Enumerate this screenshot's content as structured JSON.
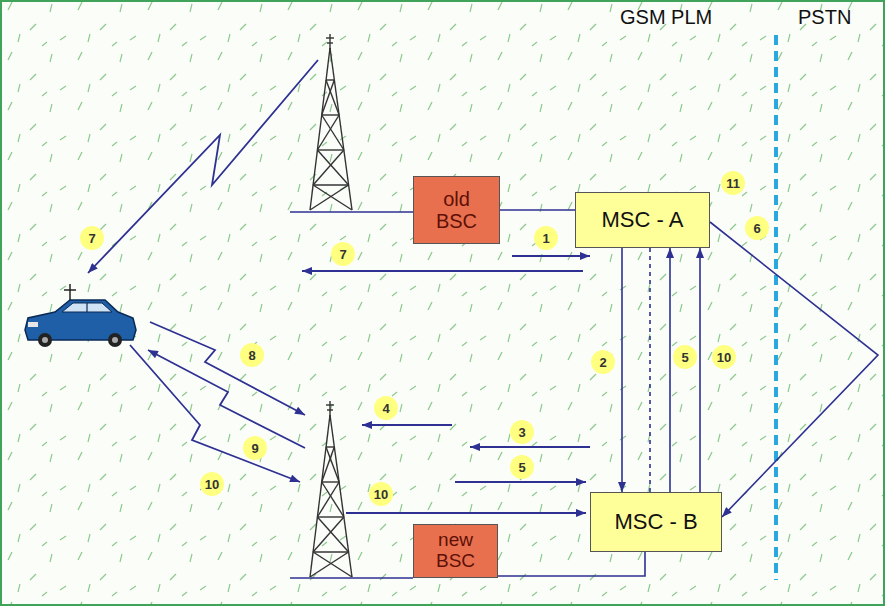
{
  "diagram": {
    "nodes": [
      {
        "text": [
          "old BSC"
        ]
      },
      {
        "text": [
          "MSC - A"
        ]
      },
      {
        "text": [
          "MSC - B"
        ]
      },
      {
        "text": [
          "new BSC"
        ]
      }
    ],
    "edges": [
      {
        "from": 0,
        "to": 1,
        "arrow": "none"
      },
      {
        "from": 1,
        "to": 2,
        "arrow": "none"
      },
      {
        "from": 1,
        "to": 2,
        "arrow": "to"
      },
      {
        "from": 2,
        "to": 1,
        "arrow": "to"
      },
      {
        "from": 2,
        "to": 1,
        "arrow": "to"
      },
      {
        "from": 1,
        "to": 2,
        "arrow": "to"
      },
      {
        "from": 3,
        "to": 2,
        "arrow": "none"
      }
    ],
    "labels": [
      "GSM PLM",
      "PSTN",
      "11",
      "6",
      "1",
      "7",
      "7",
      "2",
      "5",
      "10",
      "3",
      "4",
      "5",
      "10",
      "8",
      "9",
      "10"
    ]
  }
}
